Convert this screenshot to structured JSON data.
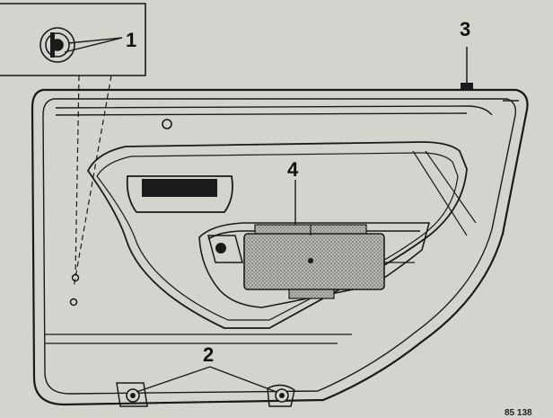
{
  "callouts": {
    "label_1": "1",
    "label_2": "2",
    "label_3": "3",
    "label_4": "4"
  },
  "figure_code": "85 138",
  "colors": {
    "paper": "#d3d4ce",
    "ink": "#1a1a1a",
    "hatch": "#9a9a96"
  }
}
